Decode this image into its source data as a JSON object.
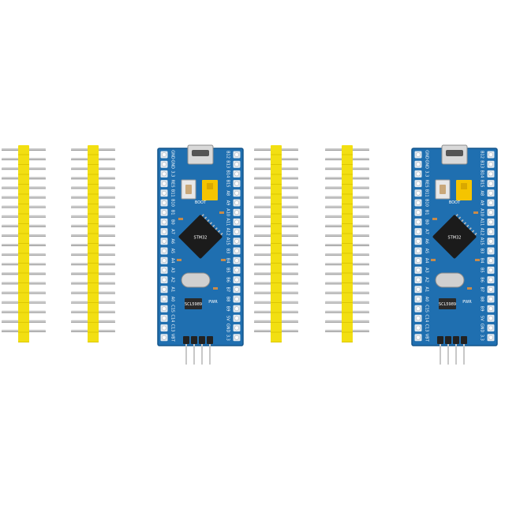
{
  "scene": {
    "background": "#ffffff",
    "subject": "product photo of electronic components"
  },
  "colors": {
    "pcb_blue": "#1f6fb0",
    "pcb_edge": "#15568c",
    "header_yellow": "#f2df12",
    "pin_silver": "#c8c8c8",
    "pad_gold": "#e3e3e3",
    "chip_black": "#1b1b1b",
    "crystal_silver": "#d0d0d0",
    "jumper_yellow": "#f5c400"
  },
  "pin_headers": [
    {
      "id": "header-1",
      "pin_count": 20
    },
    {
      "id": "header-2",
      "pin_count": 20
    },
    {
      "id": "header-3",
      "pin_count": 20
    },
    {
      "id": "header-4",
      "pin_count": 20
    }
  ],
  "boards": [
    {
      "id": "board-1",
      "left_labels": [
        "GND",
        "GND",
        "3.3",
        "RES",
        "B11",
        "B10",
        "B1",
        "B0",
        "A7",
        "A6",
        "A5",
        "A4",
        "A3",
        "A2",
        "A1",
        "A0",
        "C15",
        "C14",
        "C13",
        "VBT"
      ],
      "right_labels": [
        "B12",
        "B13",
        "B14",
        "B15",
        "A8",
        "A9",
        "A10",
        "A11",
        "A12",
        "A15",
        "B3",
        "B4",
        "B5",
        "B6",
        "B7",
        "B8",
        "B9",
        "5V",
        "GND",
        "3.3"
      ],
      "jumper_label": "BOOT",
      "chip_label": "STM32",
      "pwr_label": "PWR",
      "reg_label": "SCL5989"
    },
    {
      "id": "board-2",
      "left_labels": [
        "GND",
        "GND",
        "3.3",
        "RES",
        "B11",
        "B10",
        "B1",
        "B0",
        "A7",
        "A6",
        "A5",
        "A4",
        "A3",
        "A2",
        "A1",
        "A0",
        "C15",
        "C14",
        "C13",
        "VBT"
      ],
      "right_labels": [
        "B12",
        "B13",
        "B14",
        "B15",
        "A8",
        "A9",
        "A10",
        "A11",
        "A12",
        "A15",
        "B3",
        "B4",
        "B5",
        "B6",
        "B7",
        "B8",
        "B9",
        "5V",
        "GND",
        "3.3"
      ],
      "jumper_label": "BOOT",
      "chip_label": "STM32",
      "pwr_label": "PWR",
      "reg_label": "SCL5989"
    }
  ]
}
